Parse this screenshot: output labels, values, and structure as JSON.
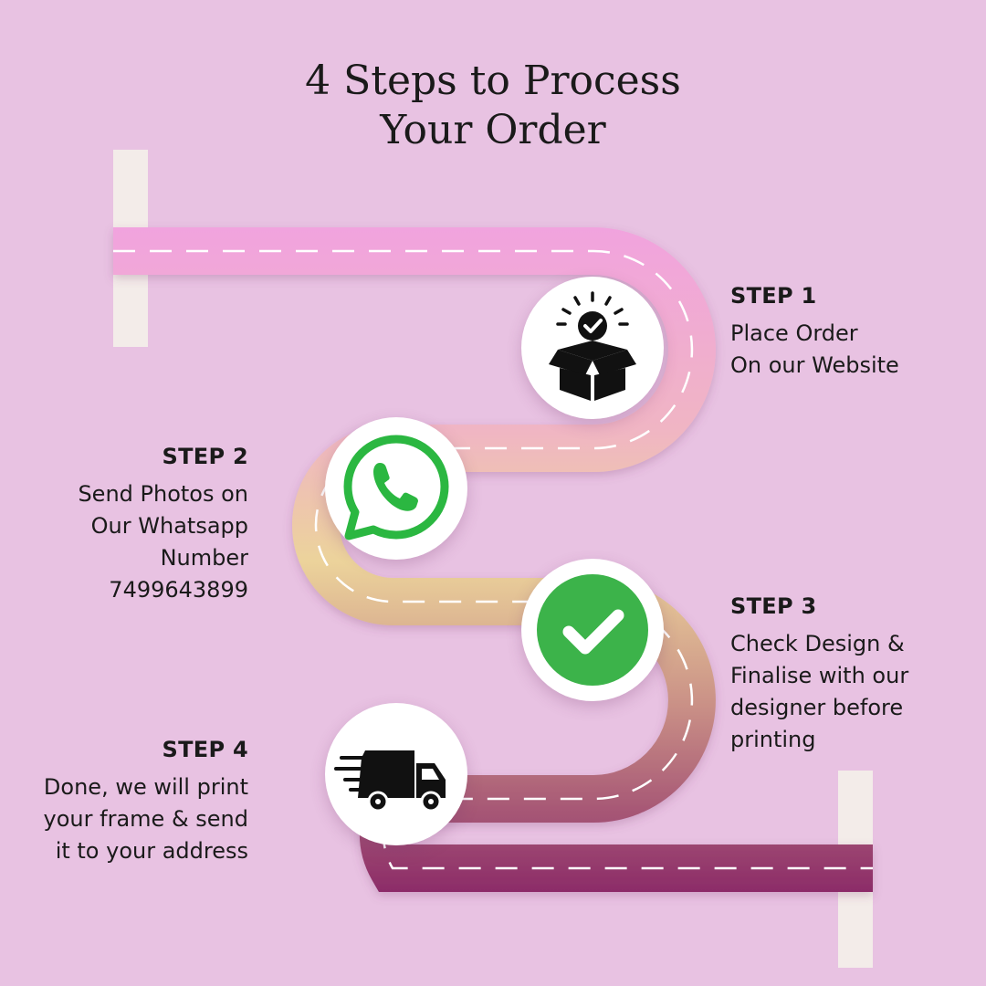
{
  "title": {
    "line1": "4 Steps to Process",
    "line2": "Your Order"
  },
  "steps": [
    {
      "label": "STEP 1",
      "lines": [
        "Place Order",
        "On our Website"
      ],
      "icon": "box-check-icon"
    },
    {
      "label": "STEP 2",
      "lines": [
        "Send Photos on",
        "Our Whatsapp",
        "Number",
        "7499643899"
      ],
      "icon": "whatsapp-icon"
    },
    {
      "label": "STEP 3",
      "lines": [
        "Check Design &",
        "Finalise with our",
        "designer before",
        "printing"
      ],
      "icon": "green-check-icon"
    },
    {
      "label": "STEP 4",
      "lines": [
        "Done, we will print",
        "your frame & send",
        "it to your address"
      ],
      "icon": "delivery-truck-icon"
    }
  ],
  "colors": {
    "background": "#e8c2e2",
    "road_start": "#f1a3de",
    "road_mid_pink": "#f0b5c4",
    "road_mid_yellow": "#ecd39b",
    "road_mid_brown": "#c98f86",
    "road_end": "#8b2a68",
    "post": "#f3ece9",
    "whatsapp_green": "#2bb741",
    "check_green": "#3cb34a"
  }
}
